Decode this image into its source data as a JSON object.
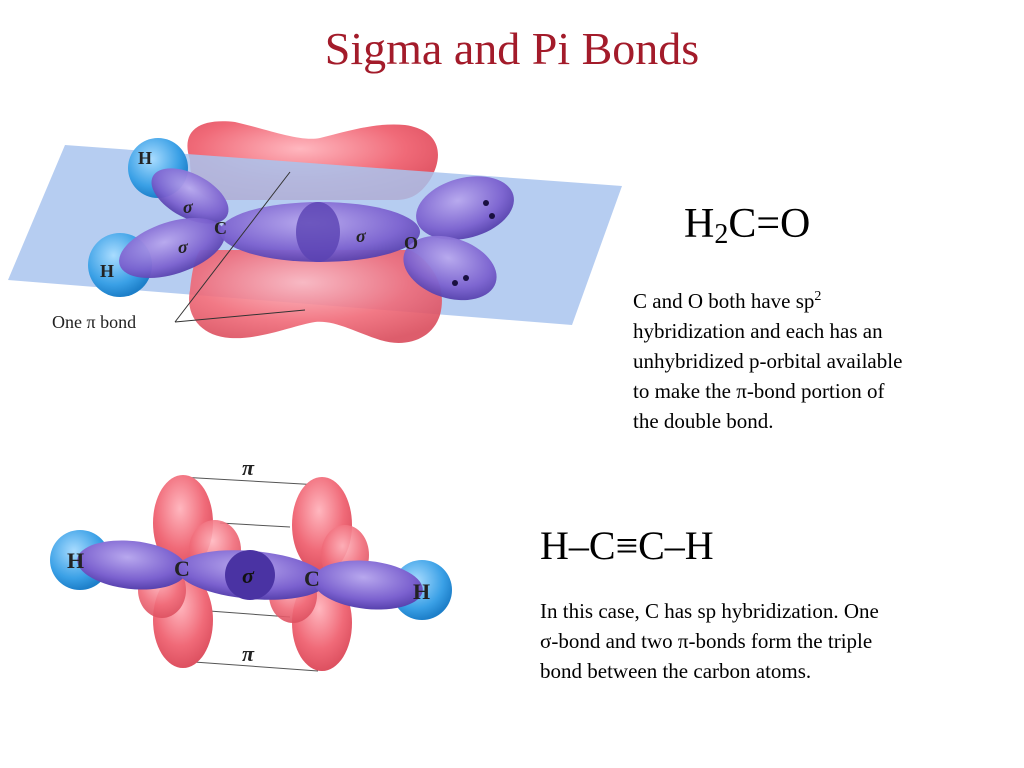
{
  "title": "Sigma and Pi Bonds",
  "h2co": {
    "formula": {
      "a": "H",
      "sub": "2",
      "b": "C=O"
    },
    "text": {
      "line1_a": "C and O both have sp",
      "line1_sup": "2",
      "line2": "hybridization and each has an",
      "line3": "unhybridized p-orbital available",
      "line4": "to make the π-bond portion of",
      "line5": "the double bond."
    },
    "labels": {
      "h_top": "H",
      "h_bottom": "H",
      "c": "C",
      "o": "O",
      "sigma_ch_top": "σ",
      "sigma_ch_bottom": "σ",
      "sigma_co": "σ",
      "pi_bond": "One π bond"
    }
  },
  "acetylene": {
    "formula": "H–C≡C–H",
    "text": {
      "line1": "In this case, C has sp hybridization. One",
      "line2": "σ-bond and two π-bonds form the triple",
      "line3": "bond between the carbon atoms."
    },
    "labels": {
      "pi_top": "π",
      "pi_bottom": "π",
      "sigma": "σ",
      "h_left": "H",
      "h_right": "H",
      "c_left": "C",
      "c_right": "C"
    }
  },
  "colors": {
    "title": "#a31b2a",
    "pi_lobe": "#f06a78",
    "sigma_lobe": "#6b50c0",
    "hydrogen": "#3aa0e6",
    "plane": "#a9c4ee"
  }
}
